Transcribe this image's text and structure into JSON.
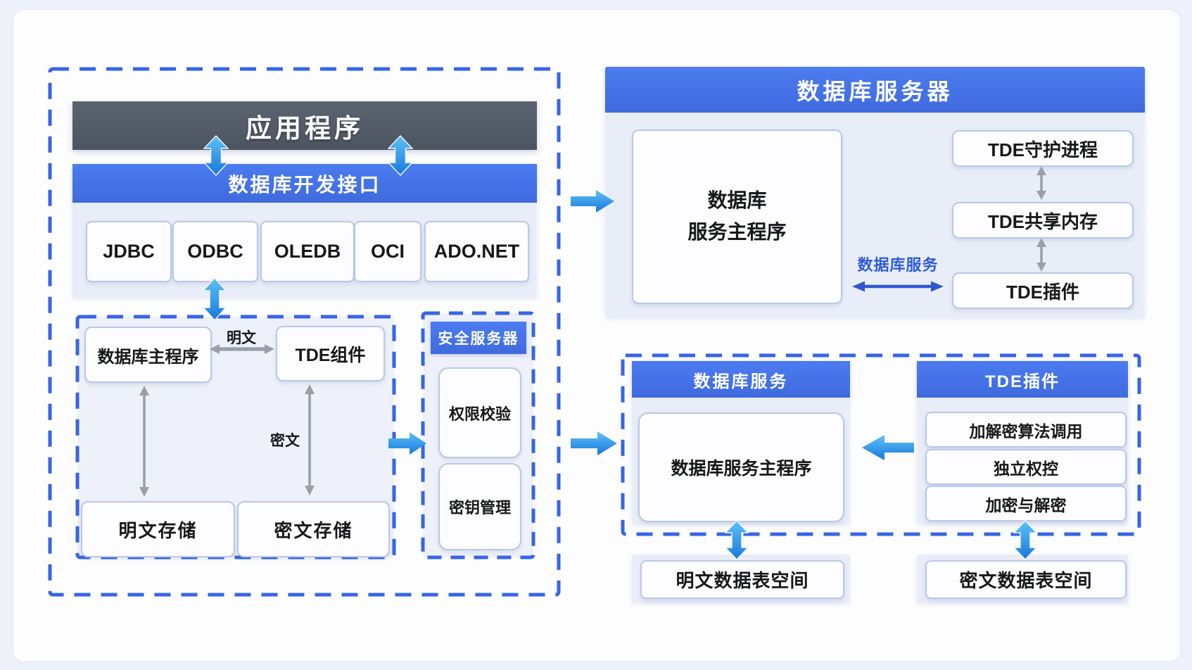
{
  "diagram": {
    "application_zone": {
      "app_header": "应用程序",
      "dev_interface_header": "数据库开发接口",
      "drivers": [
        "JDBC",
        "ODBC",
        "OLEDB",
        "OCI",
        "ADO.NET"
      ]
    },
    "client_tde_box": {
      "db_main_program": "数据库主程序",
      "tde_component": "TDE组件",
      "plaintext_label": "明文",
      "ciphertext_label": "密文",
      "plaintext_storage": "明文存储",
      "ciphertext_storage": "密文存储"
    },
    "security_server": {
      "header": "安全服务器",
      "permission_check": "权限校验",
      "key_management": "密钥管理"
    },
    "database_server": {
      "header": "数据库服务器",
      "main_program_line1": "数据库",
      "main_program_line2": "服务主程序",
      "tde_daemon": "TDE守护进程",
      "tde_shared_memory": "TDE共享内存",
      "tde_plugin": "TDE插件",
      "db_service_label": "数据库服务"
    },
    "db_service_detail": {
      "service_header": "数据库服务",
      "service_main_program": "数据库服务主程序",
      "plugin_header": "TDE插件",
      "plugin_items": [
        "加解密算法调用",
        "独立权控",
        "加密与解密"
      ]
    },
    "tablespaces": {
      "plaintext": "明文数据表空间",
      "ciphertext": "密文数据表空间"
    },
    "colors": {
      "accent_blue": "#4675e8",
      "dashed_border": "#3565e8",
      "dark_header": "#535b67",
      "panel_bg": "#e9edf7",
      "arrow_azure": "#2f97e8",
      "arrow_gray": "#99a0ab",
      "link_blue": "#2e57d0"
    }
  }
}
